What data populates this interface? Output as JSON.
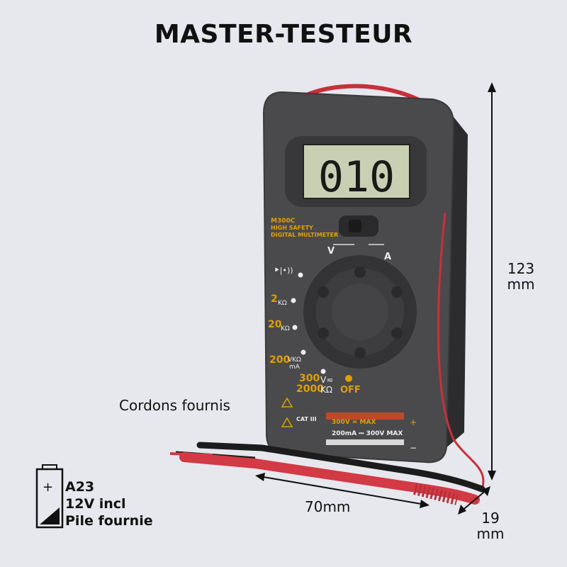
{
  "title": "MASTER-TESTEUR",
  "callout": "Cordons fournis",
  "dimensions": {
    "height": "123",
    "height_unit": "mm",
    "width": "70mm",
    "depth": "19",
    "depth_unit": "mm"
  },
  "battery": {
    "line1": "A23",
    "line2": "12V incl",
    "line3": "Pile fournie"
  },
  "device": {
    "display": "010",
    "model": "M300C",
    "subtitle1": "HIGH SAFETY",
    "subtitle2": "DIGITAL MULTIMETER",
    "switch_left": "V",
    "switch_right": "A",
    "dial_labels": [
      "2",
      "20",
      "200",
      "300",
      "2000",
      "OFF"
    ],
    "unit_labels": [
      "KΩ",
      "KΩ",
      "VKΩ",
      "mA",
      "V≂",
      "KΩ"
    ],
    "cat": "CAT III",
    "warn_top": "300V ≂ MAX",
    "warn_bottom": "200mA ⎓ 300V MAX",
    "plus": "+",
    "minus": "−"
  },
  "colors": {
    "background": "#e7e8ee",
    "body": "#4a4a4c",
    "lcd": "#c9cfb2",
    "accent": "#e0a000",
    "lead_red": "#d23a45",
    "lead_black": "#1c1c1c"
  }
}
